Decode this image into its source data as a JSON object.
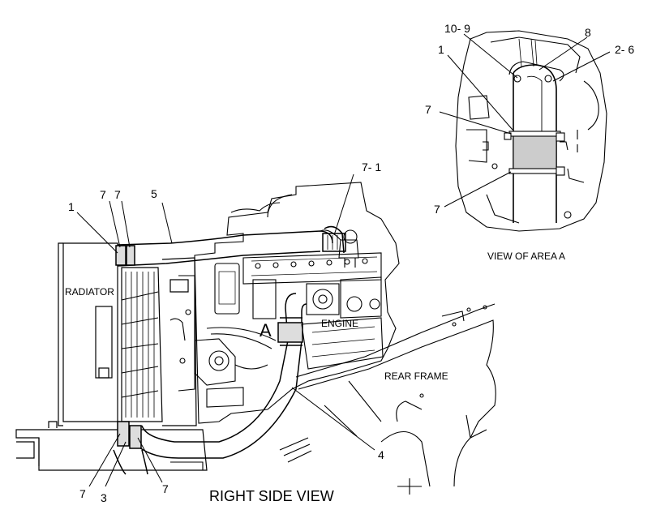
{
  "labels": {
    "title": "RIGHT SIDE VIEW",
    "view_area": "VIEW OF AREA A",
    "radiator": "RADIATOR",
    "engine": "ENGINE",
    "rear_frame": "REAR FRAME",
    "area_marker": "A"
  },
  "callouts": {
    "c_1_main": "1",
    "c_7_top_a": "7",
    "c_7_top_b": "7",
    "c_5": "5",
    "c_7_1": "7- 1",
    "c_4": "4",
    "c_7_bot_a": "7",
    "c_3": "3",
    "c_7_bot_b": "7",
    "c_10_9": "10- 9",
    "c_8": "8",
    "c_2_6": "2- 6",
    "c_1_detail": "1",
    "c_7_detail_a": "7",
    "c_7_detail_b": "7"
  }
}
